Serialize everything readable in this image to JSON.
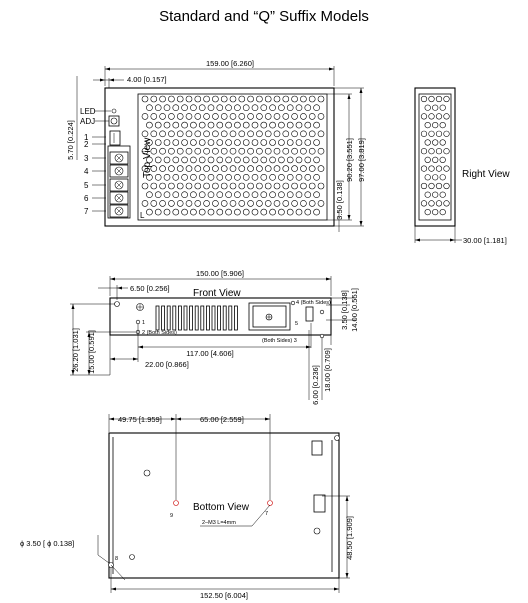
{
  "title": "Standard and “Q” Suffix Models",
  "top_view": {
    "label": "Top View",
    "dim_width": "159.00 [6.260]",
    "dim_left_offset": "4.00 [0.157]",
    "dim_height_a": "90.20 [3.551]",
    "dim_height_b": "97.00 [3.819]",
    "dim_small_a": "5.70 [0.224]",
    "dim_small_b": "3.50 [0.138]",
    "led_label": "LED",
    "adj_label": "ADJ",
    "terminals": [
      "1",
      "2",
      "3",
      "4",
      "5",
      "6",
      "7"
    ],
    "marker_l": "L"
  },
  "right_view": {
    "label": "Right View",
    "dim_depth": "30.00 [1.181]"
  },
  "front_view": {
    "label": "Front View",
    "dim_width": "150.00 [5.906]",
    "dim_left": "6.50 [0.256]",
    "dim_right_a": "3.50 [0.138]",
    "dim_right_b": "14.00 [0.551]",
    "dim_mid": "117.00 [4.606]",
    "dim_low": "22.00 [0.866]",
    "dim_left_v_a": "26.20 [1.031]",
    "dim_left_v_b": "15.00 [0.591]",
    "dim_right_v_a": "6.00 [0.236]",
    "dim_right_v_b": "18.00 [0.709]",
    "note_1": "1",
    "note_2": "2 (Both Sides)",
    "note_4": "4 (Both Sides)",
    "note_5": "5",
    "note_3": "(Both Sides) 3"
  },
  "bottom_view": {
    "label": "Bottom View",
    "dim_left": "49.75 [1.959]",
    "dim_mid": "65.00 [2.559]",
    "dim_width": "152.50 [6.004]",
    "dim_height": "48.50 [1.909]",
    "dim_hole": "ϕ 3.50 [ ϕ 0.138]",
    "screw_note": "2–M3  L=4mm",
    "hole_9": "9",
    "hole_8": "8",
    "hole_7": "7"
  }
}
